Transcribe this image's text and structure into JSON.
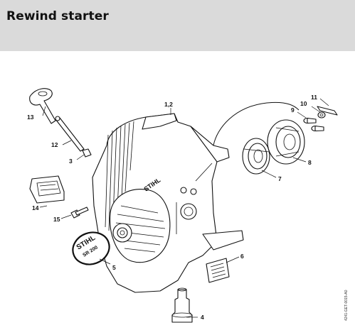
{
  "header": {
    "title": "Rewind starter",
    "background": "#dadada"
  },
  "figure_code": "4241-GET-0015-A0",
  "brand_text": "STIHL",
  "model_text": "SR 200",
  "callouts": [
    {
      "id": "1,2",
      "label": "1,2"
    },
    {
      "id": "3",
      "label": "3"
    },
    {
      "id": "4",
      "label": "4"
    },
    {
      "id": "5",
      "label": "5"
    },
    {
      "id": "6",
      "label": "6"
    },
    {
      "id": "7",
      "label": "7"
    },
    {
      "id": "8",
      "label": "8"
    },
    {
      "id": "9",
      "label": "9"
    },
    {
      "id": "10",
      "label": "10"
    },
    {
      "id": "11",
      "label": "11"
    },
    {
      "id": "12",
      "label": "12"
    },
    {
      "id": "13",
      "label": "13"
    },
    {
      "id": "14",
      "label": "14"
    },
    {
      "id": "15",
      "label": "15"
    }
  ]
}
